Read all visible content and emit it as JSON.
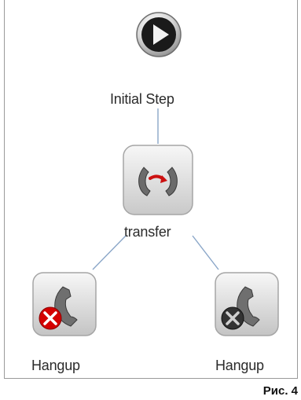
{
  "flow": {
    "nodes": [
      {
        "label": "Initial Step",
        "type": "start",
        "icon": "play-icon"
      },
      {
        "label": "transfer",
        "type": "transfer",
        "icon": "transfer-call-icon"
      },
      {
        "label": "Hangup",
        "type": "hangup",
        "icon": "hangup-phone-icon",
        "status": "active"
      },
      {
        "label": "Hangup",
        "type": "hangup",
        "icon": "hangup-phone-icon",
        "status": "inactive"
      }
    ],
    "edges": [
      {
        "from": "Initial Step",
        "to": "transfer"
      },
      {
        "from": "transfer",
        "to": "Hangup (left)"
      },
      {
        "from": "transfer",
        "to": "Hangup (right)"
      }
    ]
  },
  "caption": "Рис. 4",
  "colors": {
    "edge": "#8aa6c8",
    "hangup_active": "#d40000",
    "hangup_inactive": "#333333",
    "transfer_arrow": "#cc1010"
  }
}
